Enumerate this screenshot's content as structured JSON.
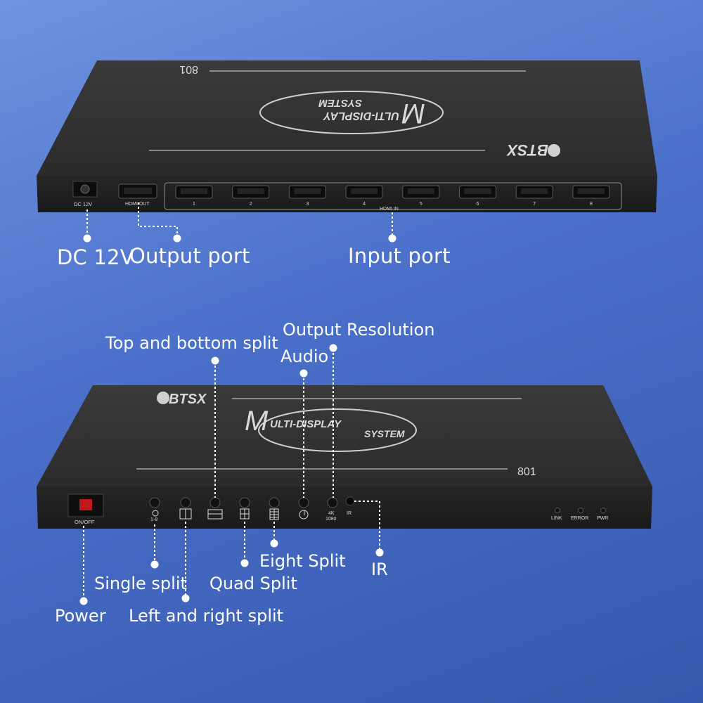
{
  "device_top": {
    "model": "801",
    "brand": "BTSX",
    "logo_line1": "ULTI-DISPLAY",
    "logo_line2": "SYSTEM",
    "logo_initial": "M",
    "dc_label": "DC 12V",
    "hdmi_out_label": "HDMI OUT",
    "hdmi_in_label": "HDMI IN",
    "input_numbers": [
      "1",
      "2",
      "3",
      "4",
      "5",
      "6",
      "7",
      "8"
    ]
  },
  "device_bottom": {
    "model": "801",
    "brand": "BTSX",
    "logo_line1": "ULTI-DISPLAY",
    "logo_line2": "SYSTEM",
    "logo_initial": "M",
    "power_label": "ON/OFF",
    "single_label": "1-8",
    "res_label_1": "4K",
    "res_label_2": "1080",
    "ir_label": "IR",
    "led_labels": [
      "LINK",
      "ERROR",
      "PWR"
    ]
  },
  "callouts_top": {
    "dc": "DC 12V",
    "output": "Output port",
    "input": "Input port"
  },
  "callouts_bottom": {
    "top_bottom": "Top and bottom split",
    "output_resolution": "Output Resolution",
    "audio": "Audio",
    "eight": "Eight Split",
    "ir": "IR",
    "single": "Single split",
    "quad": "Quad Split",
    "power": "Power",
    "left_right": "Left and right split"
  }
}
